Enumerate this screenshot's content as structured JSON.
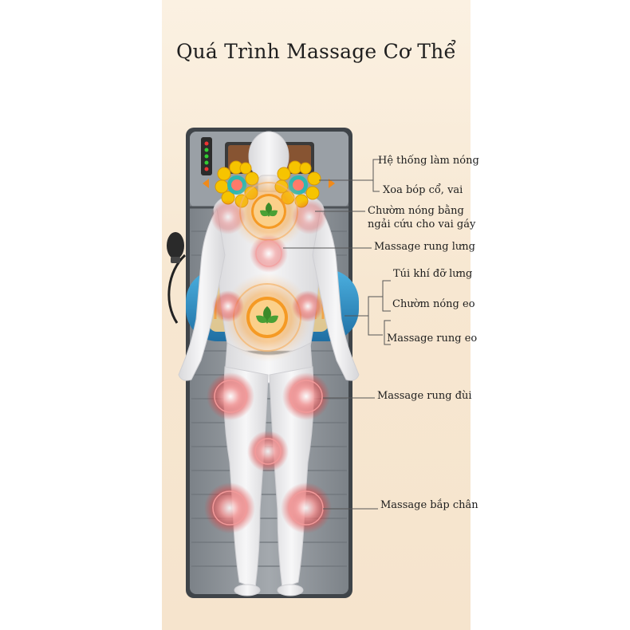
{
  "title": "Quá Trình Massage Cơ Thể",
  "labels": {
    "heating_system": "Hệ thống làm nóng",
    "neck_shoulder_kneading": "Xoa bóp cổ, vai",
    "mugwort_heat_line1": "Chườm nóng bằng",
    "mugwort_heat_line2": "ngải cứu cho vai gáy",
    "back_vibration": "Massage rung lưng",
    "back_airbag": "Túi khí đỡ lưng",
    "waist_heat": "Chườm nóng eo",
    "waist_vibration": "Massage rung eo",
    "thigh_vibration": "Massage rung đùi",
    "calf_massage": "Massage bắp chân"
  },
  "colors": {
    "background": "#f7e7d1",
    "mat": "#8f959b",
    "mat_border": "#3f4449",
    "pillow_blue": "#2e8fc4",
    "heat_orange": "#f08a1a",
    "vibration_red": "#e23b3b",
    "roller_yellow": "#f6c400"
  },
  "icons": [
    "leaf-icon",
    "remote-control-icon",
    "air-pump-icon"
  ]
}
